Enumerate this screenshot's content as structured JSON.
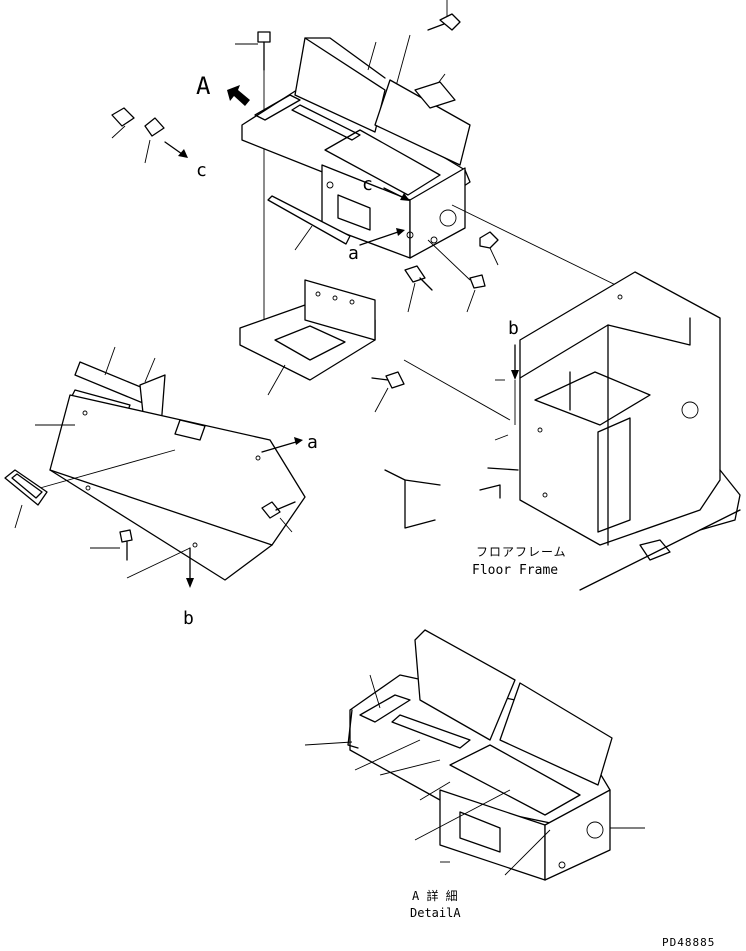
{
  "labels": {
    "view_a": "A",
    "ref_a_upper": "a",
    "ref_a_lower": "a",
    "ref_b_top": "b",
    "ref_b_bottom": "b",
    "ref_c_left": "c",
    "ref_c_mid": "c"
  },
  "floor_frame": {
    "jp": "フロアフレーム",
    "en": "Floor Frame"
  },
  "detail": {
    "jp": "A 詳 細",
    "en": "DetailA"
  },
  "drawing_code": "PD48885"
}
